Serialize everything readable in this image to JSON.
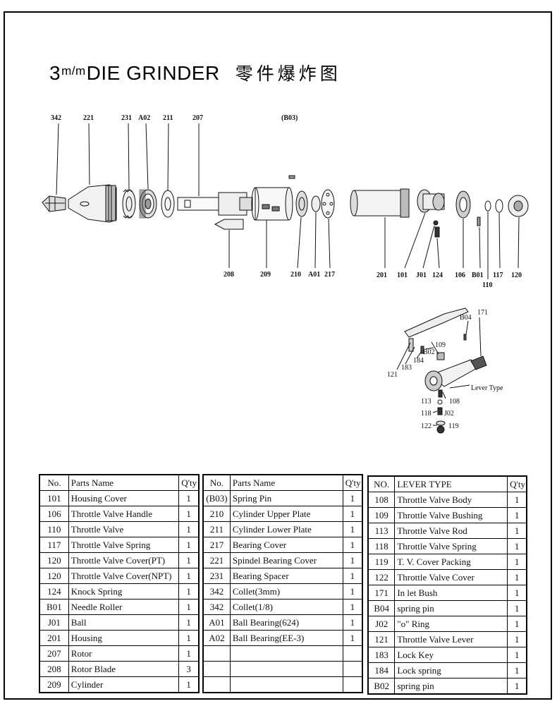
{
  "title": {
    "prefix": "3",
    "unit": "m/m",
    "main": "DIE GRINDER",
    "chinese": "零件爆炸图"
  },
  "callouts": {
    "top": [
      "342",
      "221",
      "231",
      "A02",
      "211",
      "207",
      "(B03)"
    ],
    "bottom_left": [
      "208",
      "209",
      "210",
      "A01",
      "217"
    ],
    "bottom_right": [
      "201",
      "101",
      "J01",
      "124",
      "106",
      "B01",
      "117",
      "120",
      "110"
    ],
    "lever": [
      "B04",
      "171",
      "109",
      "B02",
      "184",
      "183",
      "121",
      "108",
      "113",
      "118",
      "J02",
      "122",
      "119"
    ],
    "lever_type_label": "Lever Type"
  },
  "tables": [
    {
      "headers": [
        "No.",
        "Parts Name",
        "Q'ty"
      ],
      "rows": [
        [
          "101",
          "Housing Cover",
          "1"
        ],
        [
          "106",
          "Throttle Valve Handle",
          "1"
        ],
        [
          "110",
          "Throttle Valve",
          "1"
        ],
        [
          "117",
          "Throttle Valve Spring",
          "1"
        ],
        [
          "120",
          "Throttle Valve Cover(PT)",
          "1"
        ],
        [
          "120",
          "Throttle Valve Cover(NPT)",
          "1"
        ],
        [
          "124",
          "Knock Spring",
          "1"
        ],
        [
          "B01",
          "Needle Roller",
          "1"
        ],
        [
          "J01",
          "Ball",
          "1"
        ],
        [
          "201",
          "Housing",
          "1"
        ],
        [
          "207",
          "Rotor",
          "1"
        ],
        [
          "208",
          "Rotor Blade",
          "3"
        ],
        [
          "209",
          "Cylinder",
          "1"
        ]
      ]
    },
    {
      "headers": [
        "No.",
        "Parts Name",
        "Q'ty"
      ],
      "rows": [
        [
          "(B03)",
          "Spring Pin",
          "1"
        ],
        [
          "210",
          "Cylinder Upper Plate",
          "1"
        ],
        [
          "211",
          "Cylinder Lower Plate",
          "1"
        ],
        [
          "217",
          "Bearing Cover",
          "1"
        ],
        [
          "221",
          "Spindel Bearing Cover",
          "1"
        ],
        [
          "231",
          "Bearing Spacer",
          "1"
        ],
        [
          "342",
          "Collet(3mm)",
          "1"
        ],
        [
          "342",
          "Collet(1/8)",
          "1"
        ],
        [
          "A01",
          "Ball Bearing(624)",
          "1"
        ],
        [
          "A02",
          "Ball Bearing(EE-3)",
          "1"
        ],
        [
          "",
          "",
          ""
        ],
        [
          "",
          "",
          ""
        ],
        [
          "",
          "",
          ""
        ]
      ]
    },
    {
      "headers": [
        "NO.",
        "LEVER TYPE",
        "Q'ty"
      ],
      "rows": [
        [
          "108",
          "Throttle Valve Body",
          "1"
        ],
        [
          "109",
          "Throttle Valve Bushing",
          "1"
        ],
        [
          "113",
          "Throttle Valve Rod",
          "1"
        ],
        [
          "118",
          "Throttle Valve Spring",
          "1"
        ],
        [
          "119",
          "T. V. Cover Packing",
          "1"
        ],
        [
          "122",
          "Throttle Valve Cover",
          "1"
        ],
        [
          "171",
          "In let Bush",
          "1"
        ],
        [
          "B04",
          "spring pin",
          "1"
        ],
        [
          "J02",
          "\"o\" Ring",
          "1"
        ],
        [
          "121",
          "Throttle Valve Lever",
          "1"
        ],
        [
          "183",
          "Lock Key",
          "1"
        ],
        [
          "184",
          "Lock spring",
          "1"
        ],
        [
          "B02",
          "spring pin",
          "1"
        ]
      ]
    }
  ]
}
